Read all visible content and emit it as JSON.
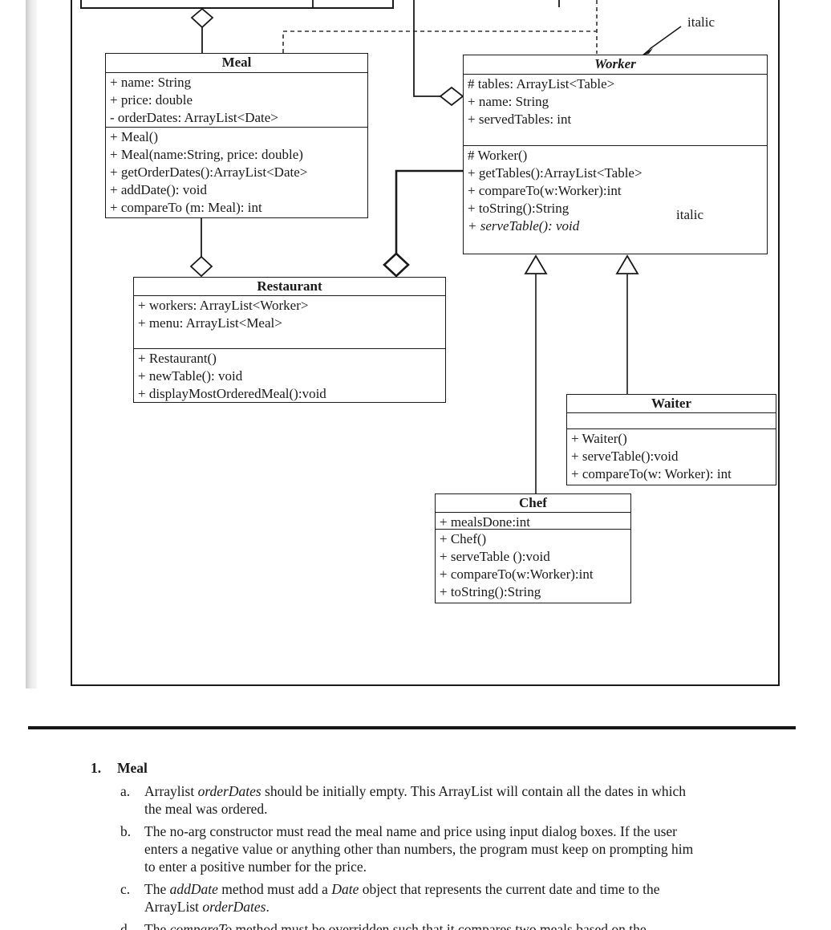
{
  "annotations": {
    "top_label": "italic",
    "method_label": "italic"
  },
  "diagram": {
    "meal": {
      "name": "Meal",
      "attributes": [
        "+ name: String",
        "+ price: double",
        "- orderDates: ArrayList<Date>"
      ],
      "methods": [
        "+ Meal()",
        "+ Meal(name:String, price: double)",
        "+ getOrderDates():ArrayList<Date>",
        "+ addDate(): void",
        "+ compareTo (m: Meal): int"
      ]
    },
    "worker": {
      "name": "Worker",
      "attributes": [
        "# tables: ArrayList<Table>",
        "+ name: String",
        "+ servedTables: int"
      ],
      "methods": [
        "# Worker()",
        "+ getTables():ArrayList<Table>",
        "+ compareTo(w:Worker):int",
        "+ toString():String",
        {
          "text": "+ serveTable(): void",
          "italic": true
        }
      ]
    },
    "restaurant": {
      "name": "Restaurant",
      "attributes": [
        "+ workers: ArrayList<Worker>",
        "+ menu: ArrayList<Meal>"
      ],
      "methods": [
        "+ Restaurant()",
        "+ newTable(): void",
        "+ displayMostOrderedMeal():void"
      ]
    },
    "waiter": {
      "name": "Waiter",
      "attributes": [],
      "methods": [
        "+ Waiter()",
        "+ serveTable():void",
        "+ compareTo(w: Worker): int"
      ]
    },
    "chef": {
      "name": "Chef",
      "attributes": [
        "+ mealsDone:int"
      ],
      "methods": [
        "+ Chef()",
        "+ serveTable ():void",
        "+ compareTo(w:Worker):int",
        "+ toString():String"
      ]
    }
  },
  "notes": {
    "number": "1.",
    "title": "Meal",
    "items": [
      {
        "letter": "a.",
        "segments": [
          {
            "t": "Arraylist "
          },
          {
            "t": "orderDates",
            "i": true
          },
          {
            "t": " should be initially empty. This ArrayList will contain all the dates in which the meal was ordered."
          }
        ]
      },
      {
        "letter": "b.",
        "segments": [
          {
            "t": "The no-arg constructor must read the meal name and price using input dialog boxes. If the user enters a negative value or anything other than numbers, the program must keep on prompting him to enter a positive number for the price."
          }
        ]
      },
      {
        "letter": "c.",
        "segments": [
          {
            "t": "The "
          },
          {
            "t": "addDate",
            "i": true
          },
          {
            "t": " method must add a "
          },
          {
            "t": "Date",
            "i": true
          },
          {
            "t": " object that represents the current date and time to the ArrayList "
          },
          {
            "t": "orderDates",
            "i": true
          },
          {
            "t": "."
          }
        ]
      },
      {
        "letter": "d.",
        "segments": [
          {
            "t": "The "
          },
          {
            "t": "compareTo",
            "i": true
          },
          {
            "t": " method must be overridden such that it compares two meals based on the"
          }
        ]
      }
    ]
  }
}
